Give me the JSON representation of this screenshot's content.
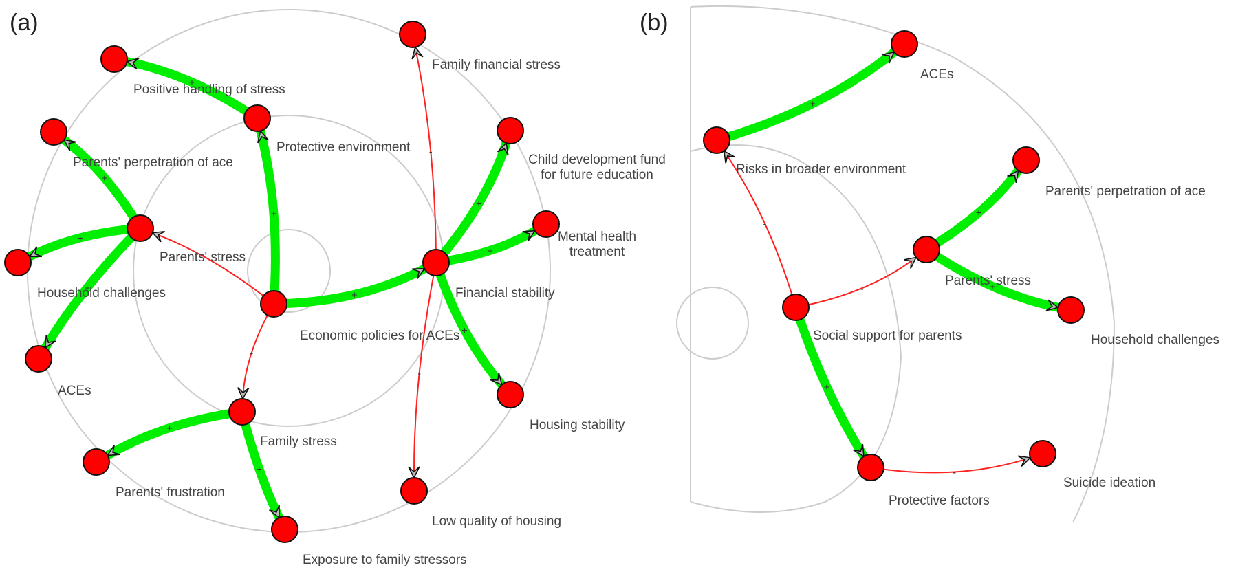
{
  "figure": {
    "panels": [
      {
        "id": "a",
        "label": "(a)",
        "nodes": [
          {
            "id": "econ",
            "label": "Economic policies for ACEs"
          },
          {
            "id": "protenv",
            "label": "Protective environment"
          },
          {
            "id": "pstress",
            "label": "Parents' stress"
          },
          {
            "id": "finstab",
            "label": "Financial stability"
          },
          {
            "id": "famstress",
            "label": "Family stress"
          },
          {
            "id": "poshand",
            "label": "Positive handling of stress"
          },
          {
            "id": "pperp",
            "label": "Parents' perpetration of ace"
          },
          {
            "id": "household",
            "label": "Household challenges"
          },
          {
            "id": "aces",
            "label": "ACEs"
          },
          {
            "id": "pfrus",
            "label": "Parents' frustration"
          },
          {
            "id": "exposure",
            "label": "Exposure to family stressors"
          },
          {
            "id": "lowhousing",
            "label": "Low quality of housing"
          },
          {
            "id": "housingstab",
            "label": "Housing stability"
          },
          {
            "id": "mental",
            "label": "Mental health\ntreatment"
          },
          {
            "id": "childfund",
            "label": "Child development fund\nfor future education"
          },
          {
            "id": "famfin",
            "label": "Family financial stress"
          }
        ],
        "edges": [
          {
            "from": "econ",
            "to": "protenv",
            "sign": "+"
          },
          {
            "from": "econ",
            "to": "finstab",
            "sign": "+"
          },
          {
            "from": "econ",
            "to": "pstress",
            "sign": "-"
          },
          {
            "from": "econ",
            "to": "famstress",
            "sign": "-"
          },
          {
            "from": "protenv",
            "to": "poshand",
            "sign": "+"
          },
          {
            "from": "pstress",
            "to": "pperp",
            "sign": "+"
          },
          {
            "from": "pstress",
            "to": "household",
            "sign": "+"
          },
          {
            "from": "pstress",
            "to": "aces",
            "sign": "+"
          },
          {
            "from": "famstress",
            "to": "pfrus",
            "sign": "+"
          },
          {
            "from": "famstress",
            "to": "exposure",
            "sign": "+"
          },
          {
            "from": "finstab",
            "to": "childfund",
            "sign": "+"
          },
          {
            "from": "finstab",
            "to": "mental",
            "sign": "+"
          },
          {
            "from": "finstab",
            "to": "housingstab",
            "sign": "+"
          },
          {
            "from": "finstab",
            "to": "famfin",
            "sign": "-"
          },
          {
            "from": "finstab",
            "to": "lowhousing",
            "sign": "-"
          }
        ]
      },
      {
        "id": "b",
        "label": "(b)",
        "nodes": [
          {
            "id": "social",
            "label": "Social support for parents"
          },
          {
            "id": "risks",
            "label": "Risks in broader environment"
          },
          {
            "id": "aces",
            "label": "ACEs"
          },
          {
            "id": "pstress",
            "label": "Parents' stress"
          },
          {
            "id": "pperp",
            "label": "Parents' perpetration of ace"
          },
          {
            "id": "household",
            "label": "Household challenges"
          },
          {
            "id": "protfac",
            "label": "Protective factors"
          },
          {
            "id": "suicide",
            "label": "Suicide ideation"
          }
        ],
        "edges": [
          {
            "from": "social",
            "to": "risks",
            "sign": "-"
          },
          {
            "from": "social",
            "to": "pstress",
            "sign": "-"
          },
          {
            "from": "social",
            "to": "protfac",
            "sign": "+"
          },
          {
            "from": "risks",
            "to": "aces",
            "sign": "+"
          },
          {
            "from": "pstress",
            "to": "pperp",
            "sign": "+"
          },
          {
            "from": "pstress",
            "to": "household",
            "sign": "+"
          },
          {
            "from": "protfac",
            "to": "suicide",
            "sign": "-"
          }
        ]
      }
    ],
    "colors": {
      "node_fill": "#ff0000",
      "positive_edge": "#00ee00",
      "negative_edge": "#ff2020",
      "ring": "#cccccc"
    }
  }
}
